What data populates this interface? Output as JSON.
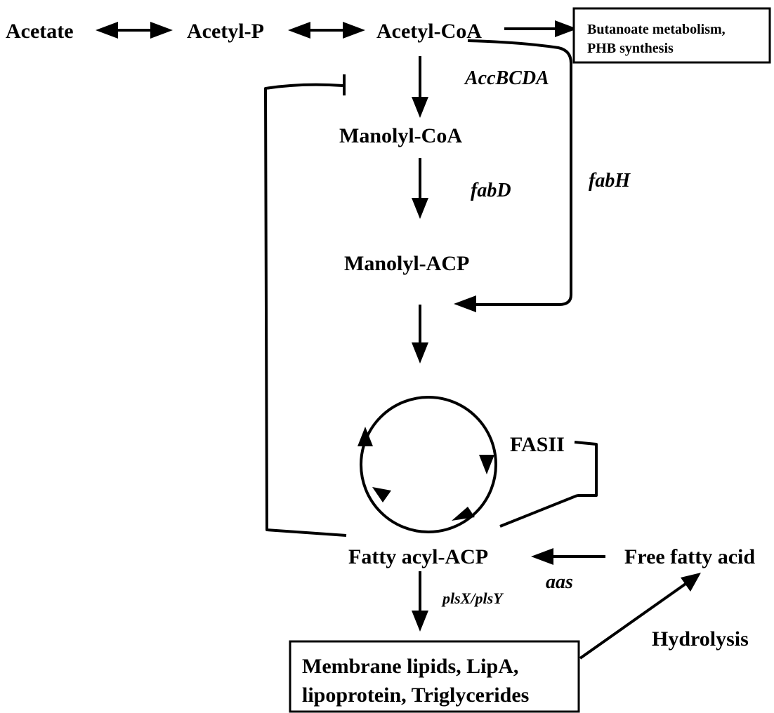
{
  "nodes": {
    "acetate": "Acetate",
    "acetyl_p": "Acetyl-P",
    "acetyl_coa": "Acetyl-CoA",
    "manolyl_coa": "Manolyl-CoA",
    "manolyl_acp": "Manolyl-ACP",
    "fasii": "FASII",
    "fatty_acyl_acp": "Fatty acyl-ACP",
    "free_fatty_acid": "Free fatty acid",
    "hydrolysis": "Hydrolysis"
  },
  "boxes": {
    "butanoate": [
      "Butanoate metabolism,",
      "PHB synthesis"
    ],
    "membrane": [
      "Membrane lipids, LipA,",
      "lipoprotein, Triglycerides"
    ]
  },
  "genes": {
    "accbcda": "AccBCDA",
    "fabd": "fabD",
    "fabh": "fabH",
    "plsx_plsy": "plsX/plsY",
    "aas": "aas"
  }
}
